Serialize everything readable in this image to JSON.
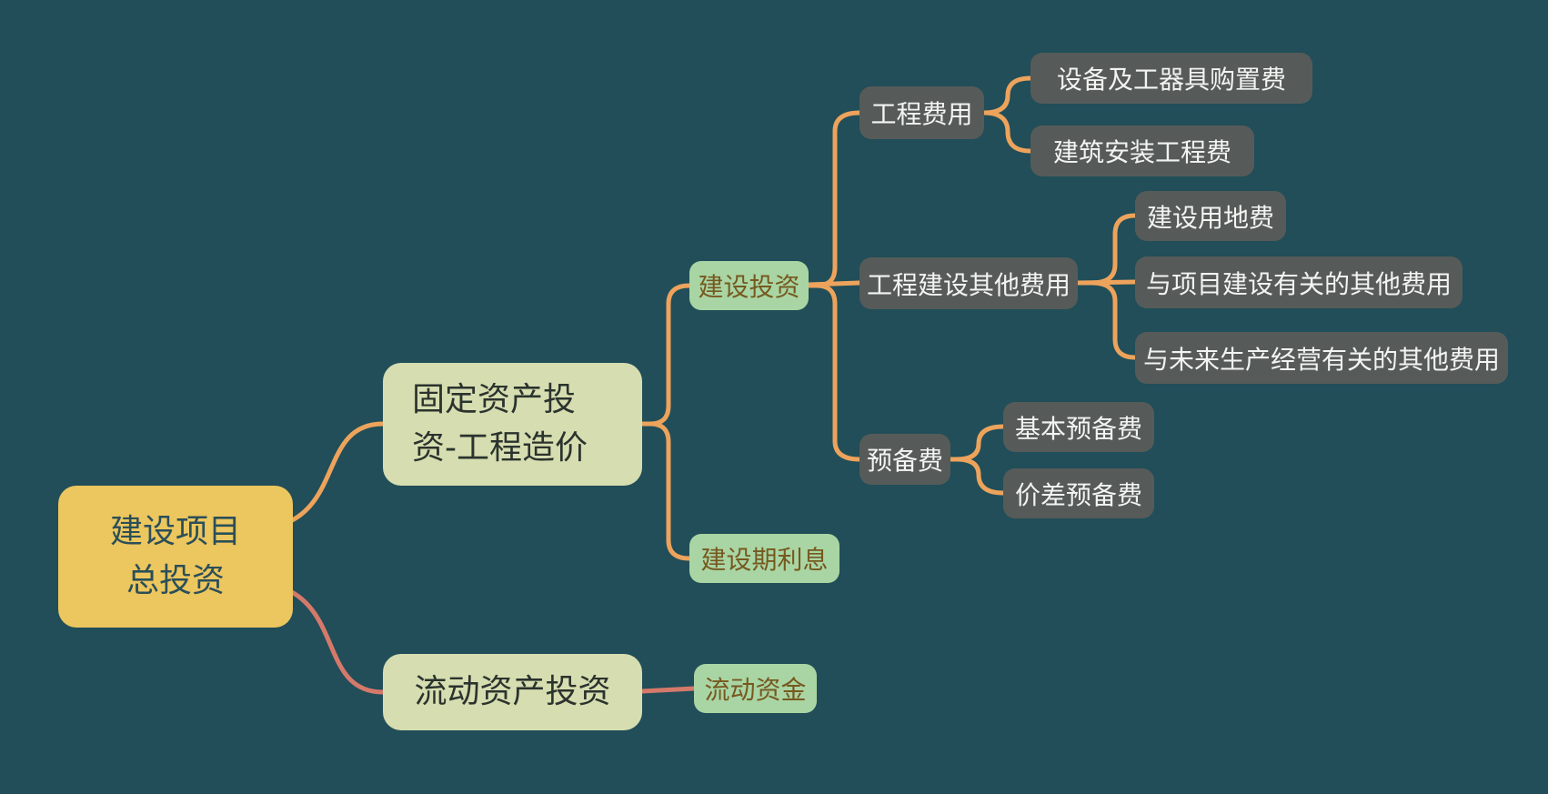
{
  "title": "建设项目总投资思维导图",
  "colors": {
    "background": "#214e58",
    "branch_main": "#eda35c",
    "branch_secondary": "#d5796a",
    "root_bg": "#ecc65e",
    "root_text": "#2b4f58",
    "level1_bg": "#d6ddb0",
    "level1_text": "#2b332e",
    "level2_bg": "#a9d5a4",
    "level2_text": "#76591f",
    "detail_bg": "#565b59",
    "detail_text": "#f2f4f2"
  },
  "nodes": {
    "root": {
      "label": "建设项目\n总投资"
    },
    "fixed_asset": {
      "label": "固定资产投\n资-工程造价"
    },
    "current_asset": {
      "label": "流动资产投资"
    },
    "construction_investment": {
      "label": "建设投资"
    },
    "construction_interest": {
      "label": "建设期利息"
    },
    "working_capital": {
      "label": "流动资金"
    },
    "engineering_fee": {
      "label": "工程费用"
    },
    "equipment_purchase": {
      "label": "设备及工器具购置费"
    },
    "construction_install": {
      "label": "建筑安装工程费"
    },
    "other_engineering_fee": {
      "label": "工程建设其他费用"
    },
    "land_fee": {
      "label": "建设用地费"
    },
    "project_related_other": {
      "label": "与项目建设有关的其他费用"
    },
    "future_production_other": {
      "label": "与未来生产经营有关的其他费用"
    },
    "reserve_fee": {
      "label": "预备费"
    },
    "basic_reserve": {
      "label": "基本预备费"
    },
    "price_diff_reserve": {
      "label": "价差预备费"
    }
  }
}
